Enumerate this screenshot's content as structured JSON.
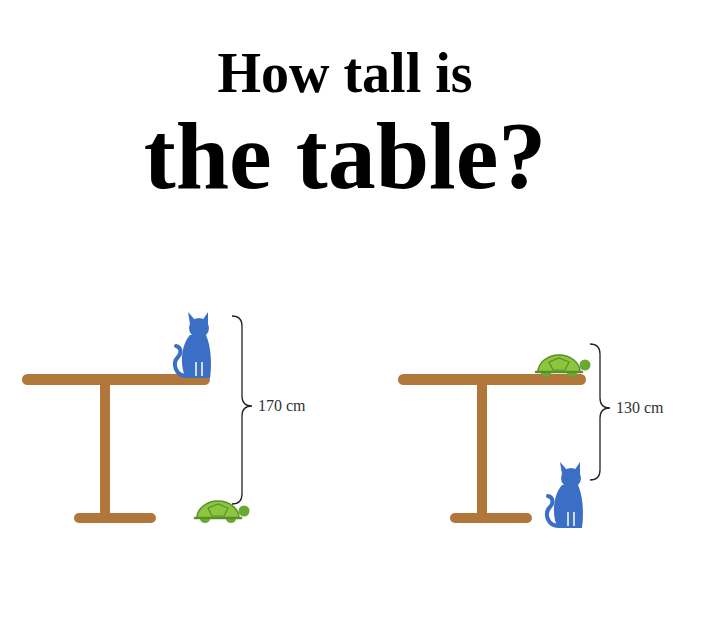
{
  "diagram": {
    "title": "How tall is the table?",
    "labels": [
      "170 cm",
      "130 cm"
    ]
  }
}
